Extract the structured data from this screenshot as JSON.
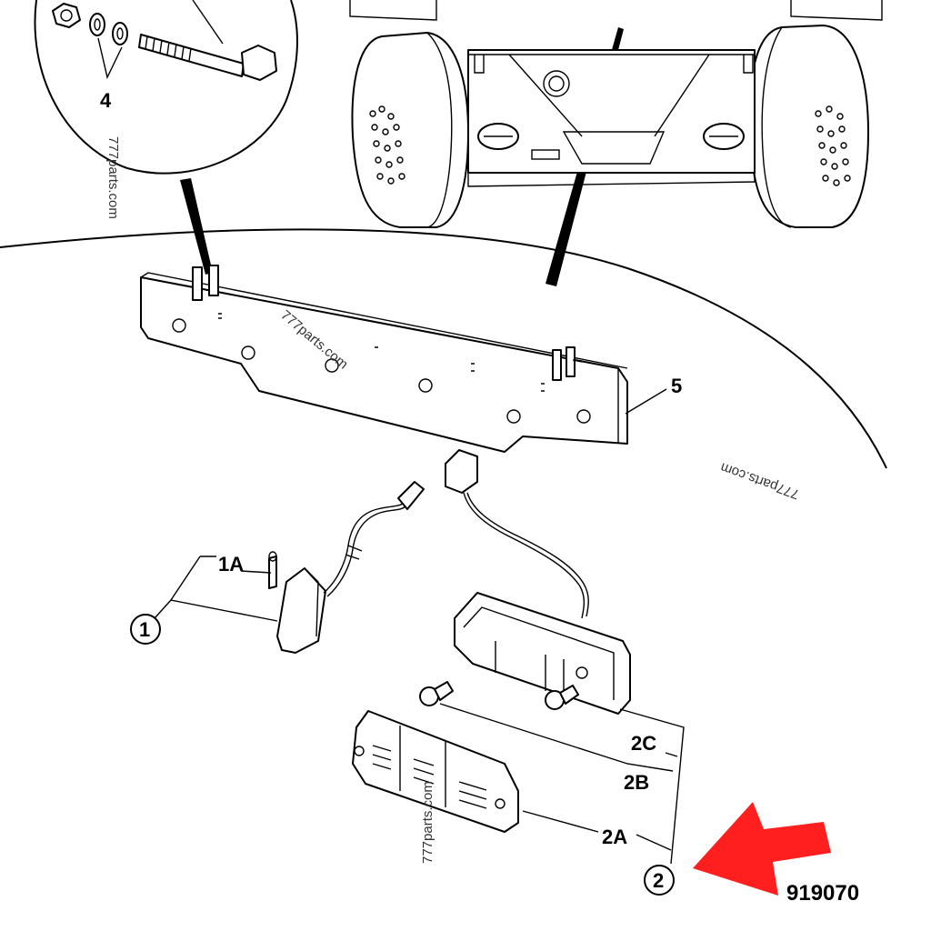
{
  "callouts": {
    "c1": "1",
    "c1a": "1A",
    "c2": "2",
    "c2a": "2A",
    "c2b": "2B",
    "c2c": "2C",
    "c4": "4",
    "c5": "5"
  },
  "figure_number": "919070",
  "watermarks": [
    "777parts.com",
    "777parts.com",
    "777parts.com",
    "777parts.com"
  ],
  "colors": {
    "arrow": "#ff1f1f",
    "ink": "#000000"
  }
}
